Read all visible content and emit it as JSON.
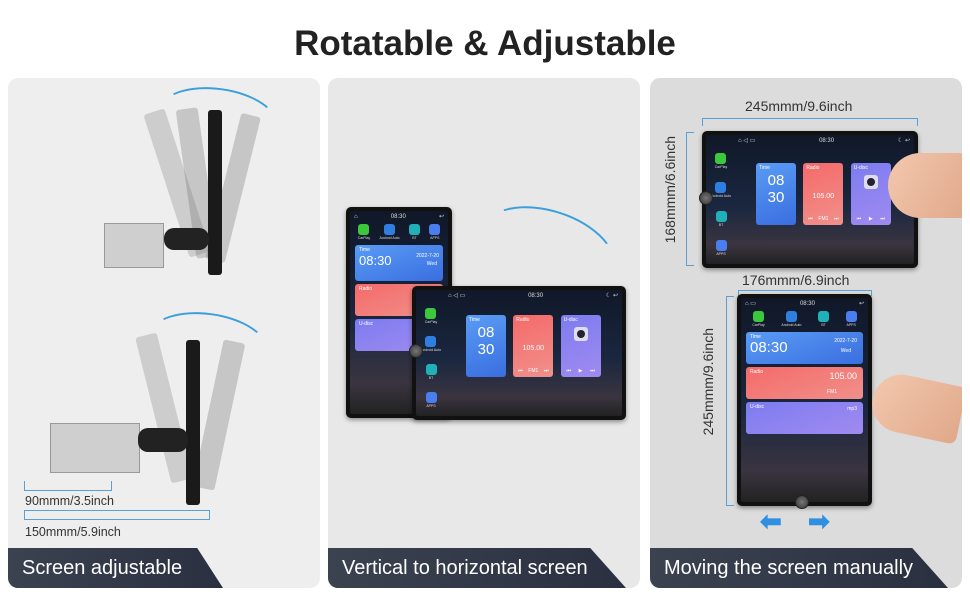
{
  "title": "Rotatable & Adjustable",
  "panels": [
    {
      "label": "Screen adjustable",
      "dims": [
        "90mmm/3.5inch",
        "150mmm/5.9inch"
      ]
    },
    {
      "label": "Vertical to horizontal screen"
    },
    {
      "label": "Moving the screen manually",
      "dims": [
        "245mmm/9.6inch",
        "168mmm/6.6inch",
        "176mmm/6.9inch",
        "245mmm/9.6inch"
      ]
    }
  ],
  "screen": {
    "clock": "08:30",
    "apps": [
      "CarPlay",
      "Android Auto",
      "BT",
      "APPS"
    ],
    "time_label": "Time",
    "hour": "08",
    "minute": "30",
    "time_full": "08:30",
    "date": "2022-7-20",
    "weekday": "Wed",
    "radio_label": "Radio",
    "frequency": "105.00",
    "band": "FM1",
    "udisc_label": "U-disc",
    "udisc_format": "mp3"
  },
  "colors": {
    "accent": "#3aa0dc",
    "label_bar": "#3b4250"
  }
}
